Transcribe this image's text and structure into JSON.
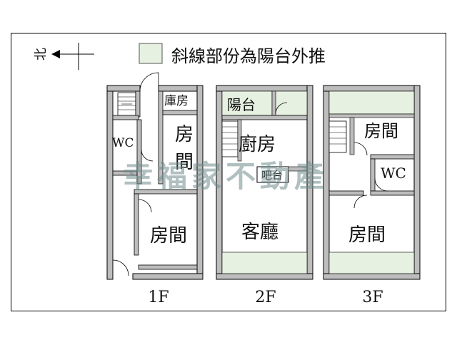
{
  "legend": {
    "text": "斜線部份為陽台外推",
    "swatch_color": "#e6f1e1"
  },
  "compass": {
    "label": "北"
  },
  "floors": [
    {
      "label": "1F",
      "rooms": [
        "庫房",
        "WC",
        "房間",
        "房間"
      ]
    },
    {
      "label": "2F",
      "rooms": [
        "陽台",
        "廚房",
        "吧台",
        "客廳"
      ]
    },
    {
      "label": "3F",
      "rooms": [
        "房間",
        "WC",
        "房間"
      ]
    }
  ],
  "watermark": "幸福家不動產",
  "colors": {
    "wall": "#bdbdbd",
    "balcony": "#e6f1e1",
    "line": "#000000"
  }
}
